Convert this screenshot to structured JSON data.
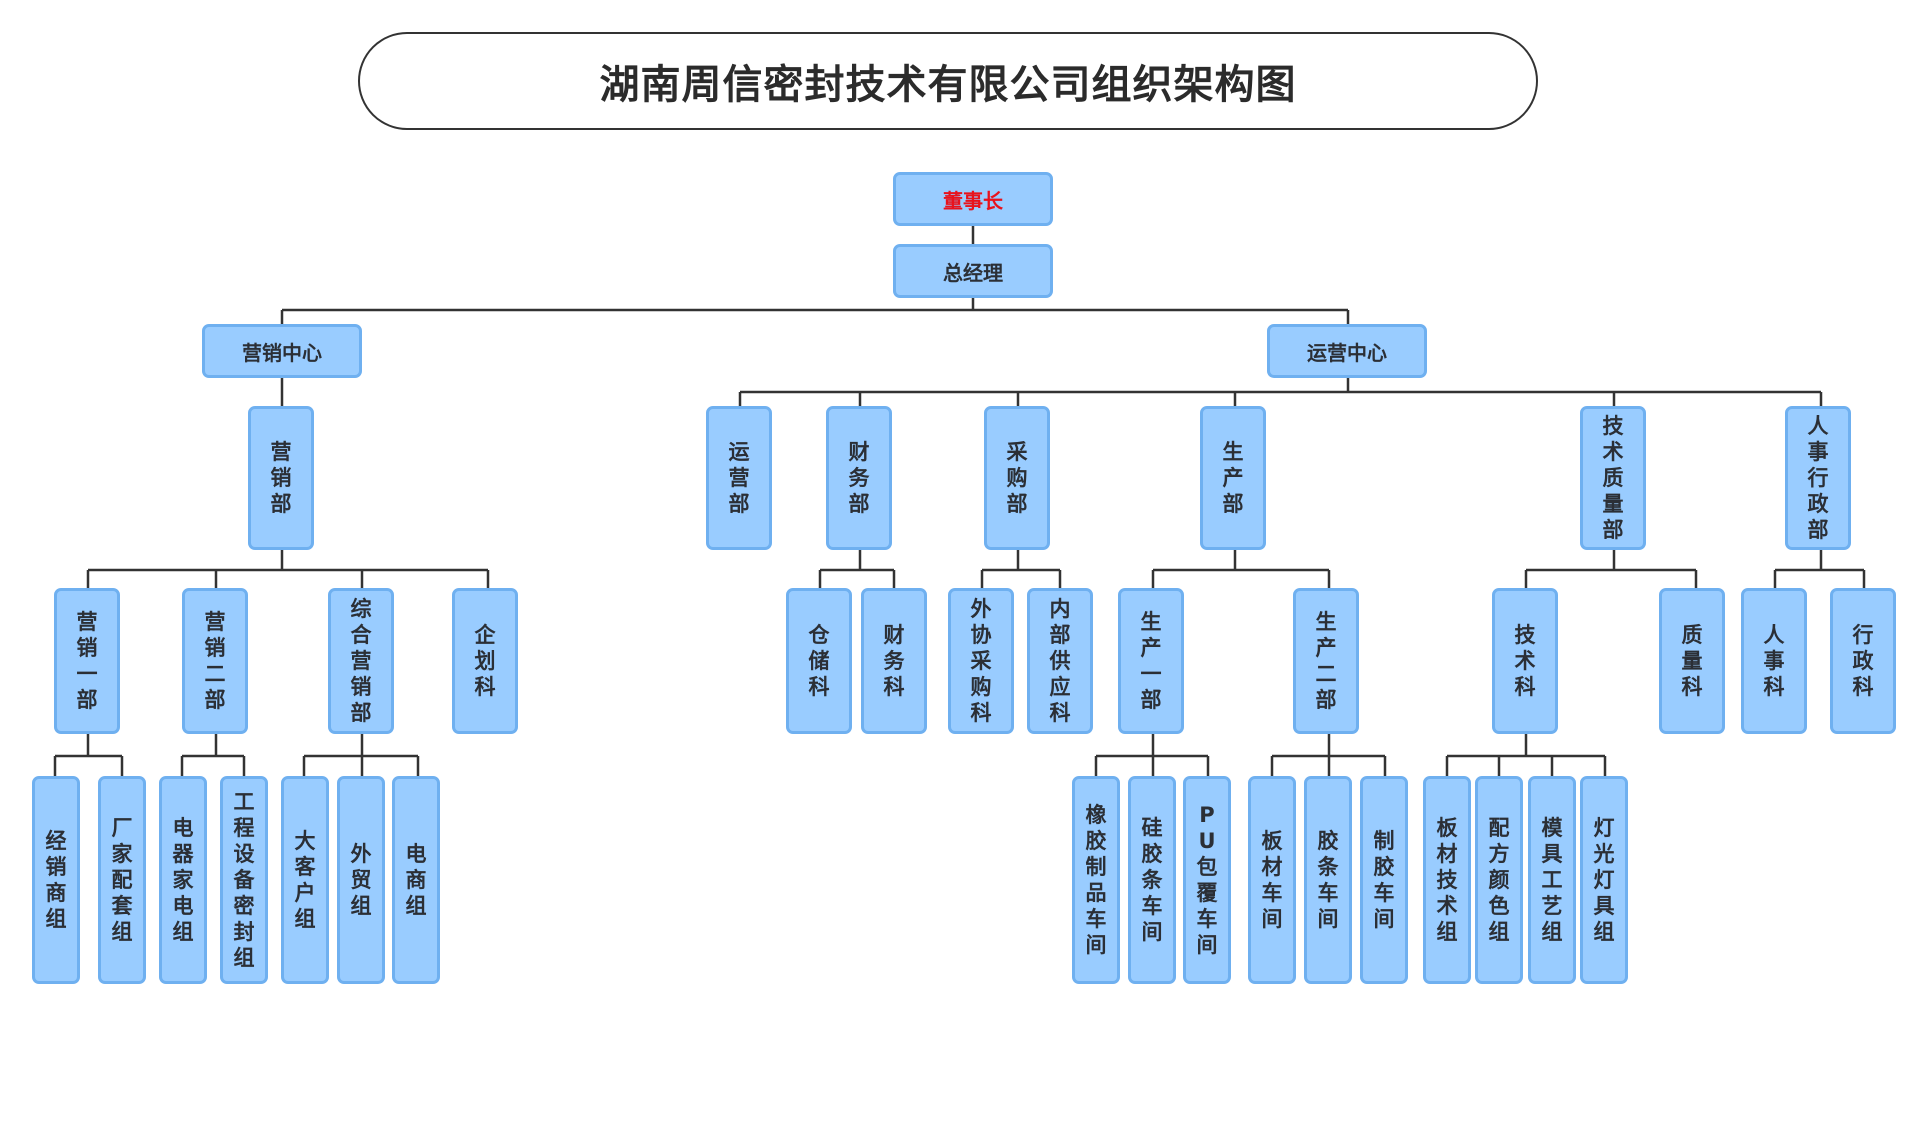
{
  "title": "湖南周信密封技术有限公司组织架构图",
  "colors": {
    "node_fill": "#99ccff",
    "node_border": "#6fb0f0",
    "line": "#333333",
    "chairman_text": "#e8121c",
    "text": "#2b2f36"
  },
  "nodes": {
    "chairman": "董事长",
    "gm": "总经理",
    "marketing_center": "营销中心",
    "operations_center": "运营中心",
    "marketing_dept": "营销部",
    "sales1": "营销一部",
    "sales2": "营销二部",
    "comprehensive_sales": "综合营销部",
    "planning": "企划科",
    "dealer_group": "经销商组",
    "oem_group": "厂家配套组",
    "appliance_group": "电器家电组",
    "engineering_group": "工程设备密封组",
    "key_account_group": "大客户组",
    "foreign_trade_group": "外贸组",
    "ecommerce_group": "电商组",
    "ops_dept": "运营部",
    "finance_dept": "财务部",
    "purchase_dept": "采购部",
    "production_dept": "生产部",
    "tech_quality_dept": "技术质量部",
    "hr_admin_dept": "人事行政部",
    "warehouse": "仓储科",
    "finance_section": "财务科",
    "outsourcing": "外协采购科",
    "internal_supply": "内部供应科",
    "production1": "生产一部",
    "production2": "生产二部",
    "tech_section": "技术科",
    "quality_section": "质量科",
    "hr_section": "人事科",
    "admin_section": "行政科",
    "rubber_workshop": "橡胶制品车间",
    "silicone_workshop": "硅胶条车间",
    "pu_workshop": "PU包覆车间",
    "sheet_workshop": "板材车间",
    "strip_workshop": "胶条车间",
    "compound_workshop": "制胶车间",
    "sheet_tech_group": "板材技术组",
    "formula_color_group": "配方颜色组",
    "mold_process_group": "模具工艺组",
    "lighting_group": "灯光灯具组"
  }
}
